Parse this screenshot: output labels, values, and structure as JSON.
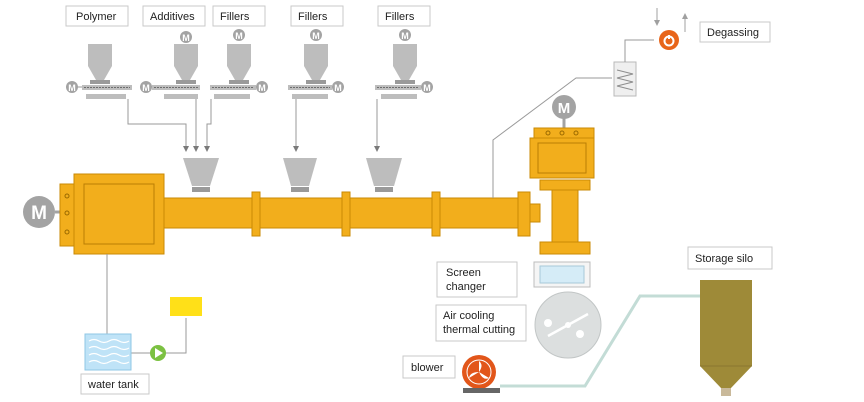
{
  "labels": {
    "polymer": "Polymer",
    "additives": "Additives",
    "fillers_1": "Fillers",
    "fillers_2": "Fillers",
    "fillers_3": "Fillers",
    "degassing": "Degassing",
    "screen_changer_line1": "Screen",
    "screen_changer_line2": "changer",
    "air_cooling_line1": "Air cooling",
    "air_cooling_line2": "thermal cutting",
    "storage_silo": "Storage  silo",
    "blower": "blower",
    "water_tank": "water tank"
  },
  "motor_letter": "M",
  "colors": {
    "machine_yellow": "#f2ae1c",
    "machine_outline": "#c98a05",
    "hopper_gray": "#bdbdbd",
    "motor_gray": "#a3a3a3",
    "degassing_orange": "#e8651a",
    "blower_orange": "#e2561a",
    "water_tank_blue": "#bfe3f7",
    "pump_green": "#7cc142",
    "control_box_yellow": "#ffe018",
    "silo_olive": "#9e8a38",
    "cutter_gray": "#dcdfdf",
    "conveying_pipe": "#c3dcd6"
  },
  "icons": {
    "motor": "motor-icon",
    "hopper": "hopper-icon",
    "degassing": "degassing-pump-icon",
    "blower": "blower-fan-icon",
    "pump": "water-pump-icon"
  }
}
